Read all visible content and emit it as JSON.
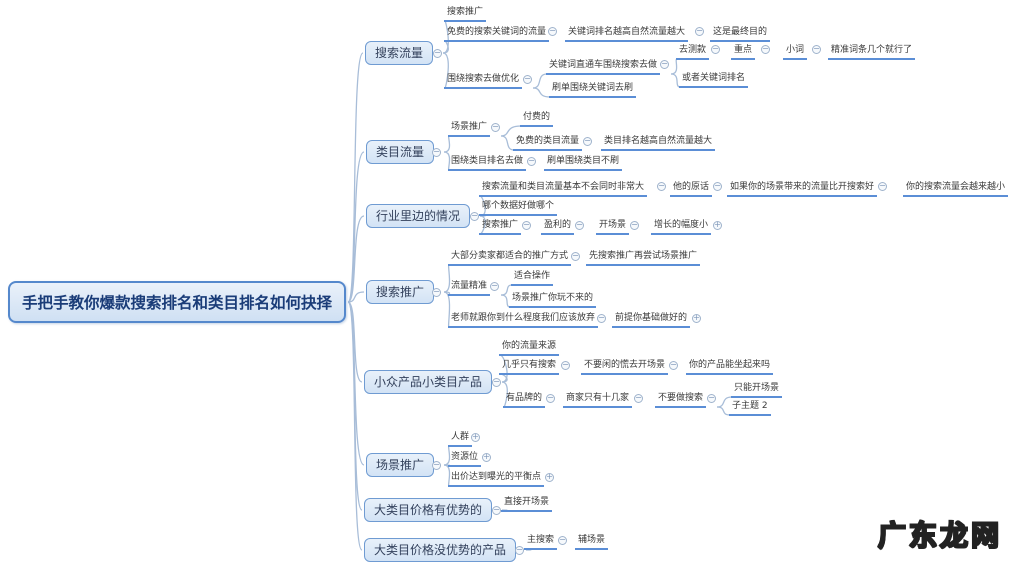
{
  "mindmap": {
    "root": "手把手教你爆款搜索排名和类目排名如何抉择",
    "branches": [
      {
        "label": "搜索流量",
        "nodes": [
          "搜索推广",
          "免费的搜索关键词的流量",
          "关键词排名越高自然流量越大",
          "这是最终目的",
          "围绕搜索去做优化",
          "关键词直通车围绕搜索去做",
          "去测款",
          "重点",
          "小词",
          "精准词条几个就行了",
          "或者关键词排名",
          "刷单围绕关键词去刷"
        ]
      },
      {
        "label": "类目流量",
        "nodes": [
          "场景推广",
          "付费的",
          "免费的类目流量",
          "类目排名越高自然流量越大",
          "围绕类目排名去做",
          "刷单围绕类目不刷"
        ]
      },
      {
        "label": "行业里边的情况",
        "nodes": [
          "搜索流量和类目流量基本不会同时非常大",
          "他的原话",
          "如果你的场景带来的流量比开搜索好",
          "你的搜索流量会越来越小",
          "哪个数据好做哪个",
          "搜索推广",
          "盈利的",
          "开场景",
          "增长的幅度小"
        ]
      },
      {
        "label": "搜索推广",
        "nodes": [
          "大部分卖家都适合的推广方式",
          "先搜索推广再尝试场景推广",
          "流量精准",
          "适合操作",
          "场景推广你玩不来的",
          "老师就跟你到什么程度我们应该放弃",
          "前提你基础做好的"
        ]
      },
      {
        "label": "小众产品小类目产品",
        "nodes": [
          "你的流量来源",
          "几乎只有搜索",
          "不要闲的慌去开场景",
          "你的产品能坐起来吗",
          "有品牌的",
          "商家只有十几家",
          "不要做搜索",
          "只能开场景",
          "子主题 2"
        ]
      },
      {
        "label": "场景推广",
        "nodes": [
          "人群",
          "资源位",
          "出价达到曝光的平衡点"
        ]
      },
      {
        "label": "大类目价格有优势的",
        "nodes": [
          "直接开场景"
        ]
      },
      {
        "label": "大类目价格没优势的产品",
        "nodes": [
          "主搜索",
          "辅场景"
        ]
      }
    ]
  },
  "icons": {
    "collapse": "−",
    "expand": "+"
  },
  "watermark": "广东龙网",
  "colors": {
    "branch_fill": "#d3e3f5",
    "branch_border": "#6f9bd2",
    "leaf_underline": "#5b8ed6",
    "connector": "#a8bdd8",
    "root_text": "#1a3c78"
  }
}
